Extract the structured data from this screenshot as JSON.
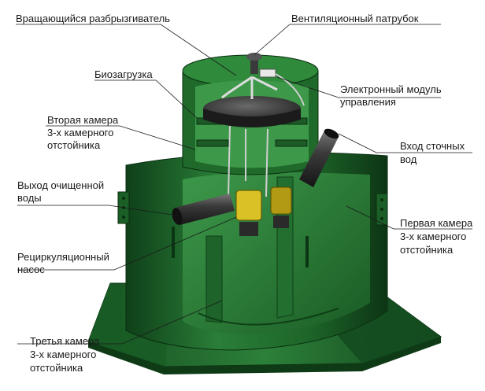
{
  "labels": {
    "sprinkler": "Вращающийся разбрызгиватель",
    "vent": "Вентиляционный патрубок",
    "bioload": "Биозагрузка",
    "control_1": "Электронный модуль",
    "control_2": "управления",
    "second_1": "Вторая камера",
    "second_2": "3-х камерного",
    "second_3": "отстойника",
    "inlet_1": "Вход сточных",
    "inlet_2": "вод",
    "outlet_1": "Выход очищенной",
    "outlet_2": "воды",
    "first_1": "Первая камера",
    "first_2": "3-х камерного",
    "first_3": "отстойника",
    "pump_1": "Рециркуляционный",
    "pump_2": "насос",
    "third_1": "Третья камера",
    "third_2": "3-х камерного",
    "third_3": "отстойника"
  },
  "colors": {
    "tank_dark": "#0d3a16",
    "tank_mid": "#1f6b2c",
    "tank_light": "#3f9a4c",
    "lid": "#3a3a3a",
    "pump": "#d8c020",
    "leader": "#1a1a1a"
  }
}
